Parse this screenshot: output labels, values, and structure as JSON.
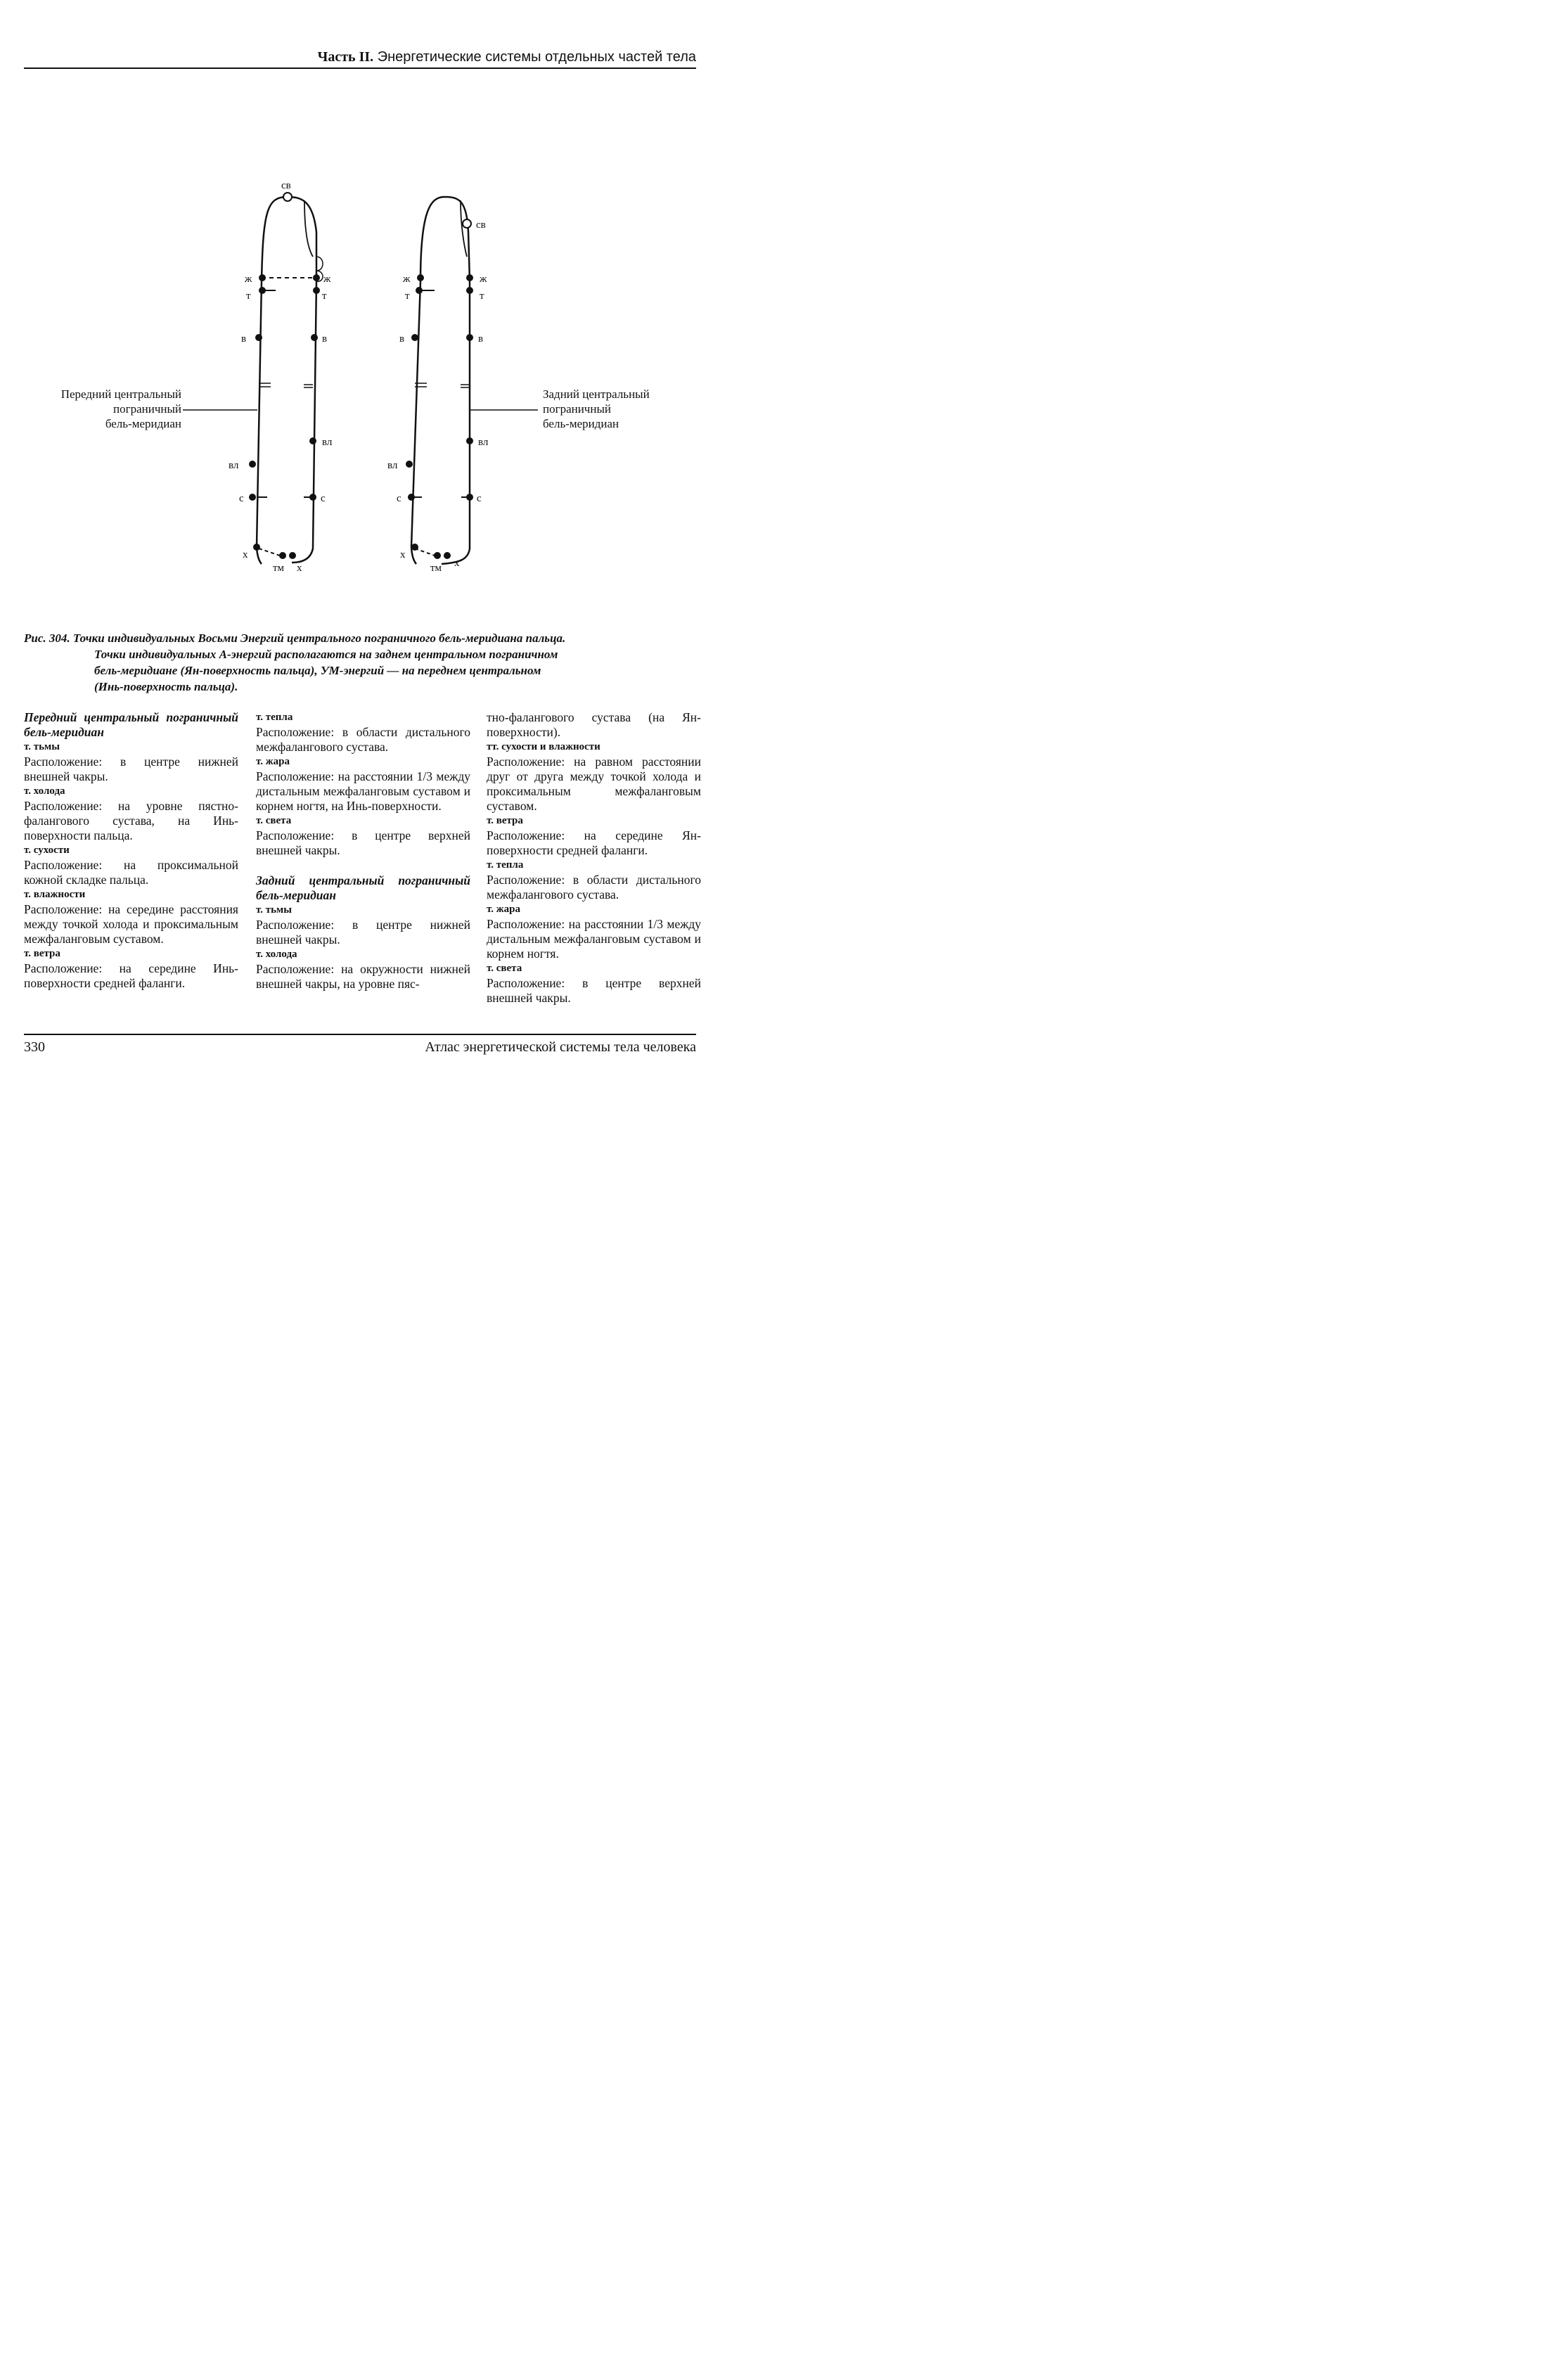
{
  "header": {
    "part": "Часть II.",
    "title": "Энергетические системы отдельных частей тела"
  },
  "figure": {
    "left_label": [
      "Передний центральный",
      "пограничный",
      "бель-меридиан"
    ],
    "right_label": [
      "Задний центральный",
      "пограничный",
      "бель-меридиан"
    ],
    "points": {
      "sv": "св",
      "zh": "ж",
      "t": "т",
      "v": "в",
      "vl": "вл",
      "s": "с",
      "kh": "х",
      "tm": "тм"
    }
  },
  "caption": {
    "num": "Рис. 304.",
    "line1": "Точки индивидуальных Восьми Энергий центрального пограничного бель-меридиана пальца.",
    "line2": "Точки индивидуальных А-энергий располагаются на заднем центральном пограничном",
    "line3": "бель-меридиане (Ян-поверхность пальца), УМ-энергий — на переднем центральном",
    "line4": "(Инь-поверхность пальца)."
  },
  "col1": [
    {
      "k": "sec",
      "t": "Передний центральный пограничный бель-меридиан"
    },
    {
      "k": "pt",
      "t": "т. тьмы"
    },
    {
      "k": "p",
      "t": "Расположение: в центре нижней внешней чакры."
    },
    {
      "k": "pt",
      "t": "т. холода"
    },
    {
      "k": "p",
      "t": "Расположение: на уровне пястно-фалангового сустава, на Инь-поверхности пальца."
    },
    {
      "k": "pt",
      "t": "т. сухости"
    },
    {
      "k": "p",
      "t": "Расположение: на проксимальной кожной складке пальца."
    },
    {
      "k": "pt",
      "t": "т. влажности"
    },
    {
      "k": "p",
      "t": "Расположение: на середине расстояния между точкой холода и проксимальным межфаланговым суставом."
    },
    {
      "k": "pt",
      "t": "т. ветра"
    },
    {
      "k": "p",
      "t": "Расположение: на середине Инь-поверхности средней фаланги."
    }
  ],
  "col2": [
    {
      "k": "pt",
      "t": "т. тепла"
    },
    {
      "k": "p",
      "t": "Расположение: в области дистального межфалангового сустава."
    },
    {
      "k": "pt",
      "t": "т. жара"
    },
    {
      "k": "p",
      "t": "Расположение: на расстоянии 1/3 между дистальным межфаланговым суставом и корнем ногтя, на Инь-поверхности."
    },
    {
      "k": "pt",
      "t": "т. света"
    },
    {
      "k": "p",
      "t": "Расположение: в центре верхней внешней чакры."
    },
    {
      "k": "gap",
      "t": ""
    },
    {
      "k": "sec",
      "t": "Задний центральный пограничный бель-меридиан"
    },
    {
      "k": "pt",
      "t": "т. тьмы"
    },
    {
      "k": "p",
      "t": "Расположение: в центре нижней внешней чакры."
    },
    {
      "k": "pt",
      "t": "т. холода"
    },
    {
      "k": "p",
      "t": "Расположение: на окружности нижней внешней чакры, на уровне пяс-"
    }
  ],
  "col3": [
    {
      "k": "p",
      "t": "тно-фалангового сустава (на Ян-поверхности)."
    },
    {
      "k": "pt",
      "t": "тт. сухости и влажности"
    },
    {
      "k": "p",
      "t": "Расположение: на равном расстоянии друг от друга между точкой холода и проксимальным межфаланговым суставом."
    },
    {
      "k": "pt",
      "t": "т. ветра"
    },
    {
      "k": "p",
      "t": "Расположение: на середине Ян-поверхности средней фаланги."
    },
    {
      "k": "pt",
      "t": "т. тепла"
    },
    {
      "k": "p",
      "t": "Расположение: в области дистального межфалангового сустава."
    },
    {
      "k": "pt",
      "t": "т. жара"
    },
    {
      "k": "p",
      "t": "Расположение: на расстоянии 1/3 между дистальным межфаланговым суставом и корнем ногтя."
    },
    {
      "k": "pt",
      "t": "т. света"
    },
    {
      "k": "p",
      "t": "Расположение: в центре верхней внешней чакры."
    }
  ],
  "footer": {
    "page": "330",
    "book": "Атлас энергетической системы тела человека"
  }
}
